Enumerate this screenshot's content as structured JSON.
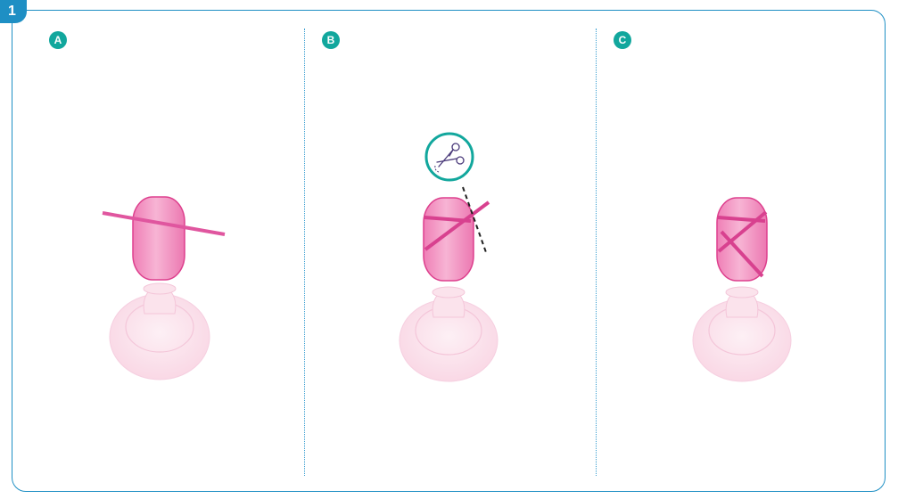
{
  "step": {
    "number": "1"
  },
  "panels": [
    {
      "label": "A"
    },
    {
      "label": "B"
    },
    {
      "label": "C"
    }
  ],
  "colors": {
    "frame": "#1e8fc4",
    "badge_teal": "#12a79d",
    "nail_pink": "#f28ec4",
    "stripe_magenta": "#dd3f8d",
    "stand_pink": "#fbe0ea"
  },
  "icons": [
    "scissors-icon"
  ]
}
